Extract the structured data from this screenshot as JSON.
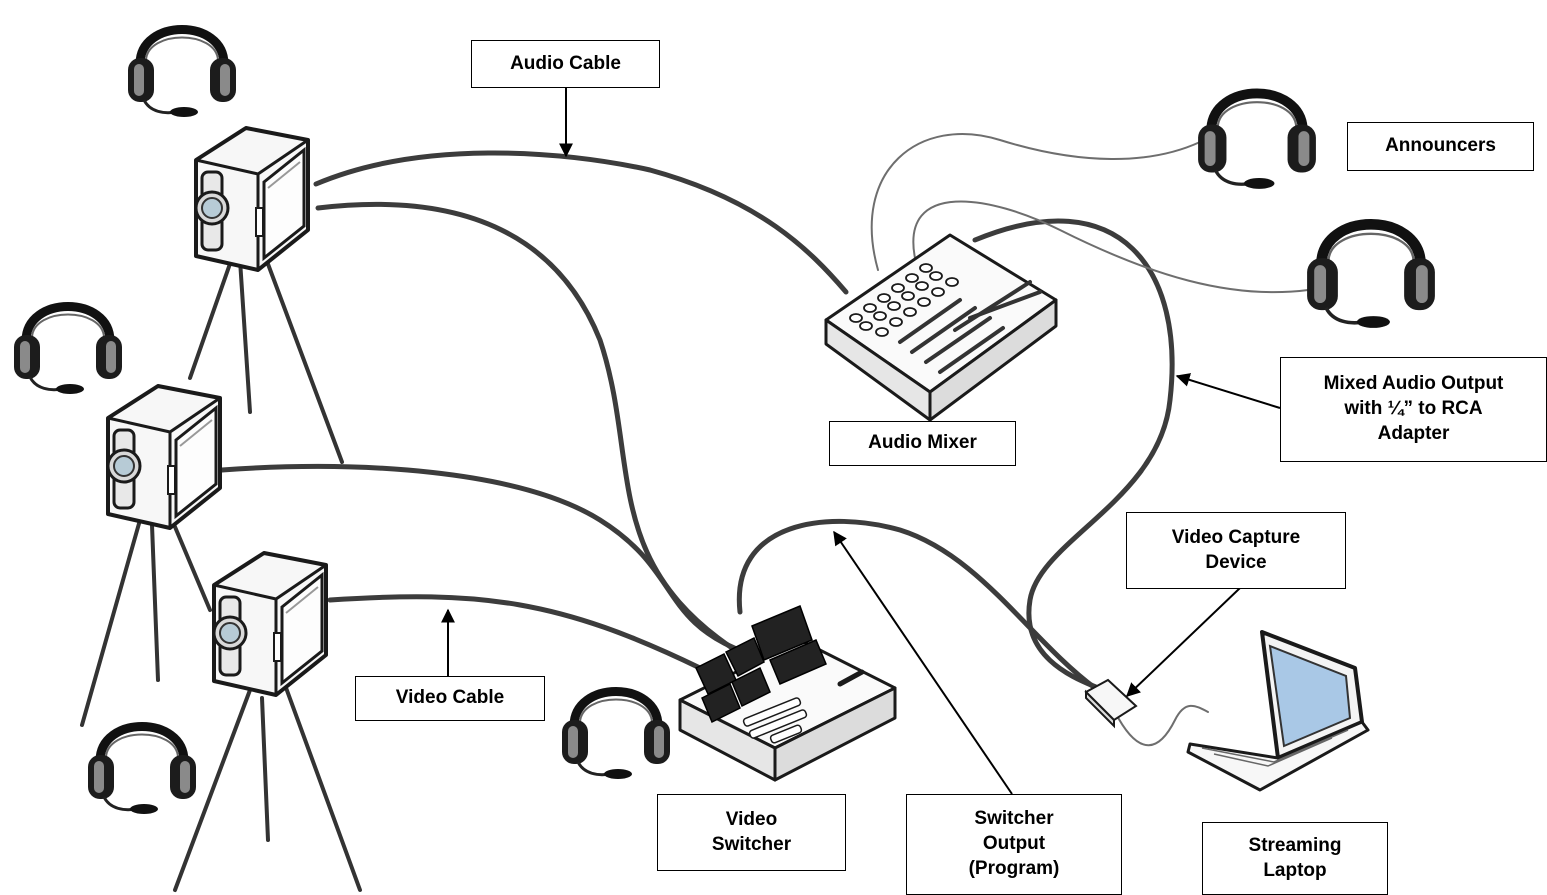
{
  "labels": {
    "audio_cable": "Audio Cable",
    "announcers": "Announcers",
    "audio_mixer": "Audio Mixer",
    "mixed_audio_output": "Mixed Audio Output\nwith ¼” to RCA\nAdapter",
    "video_capture_device": "Video Capture\nDevice",
    "video_cable": "Video Cable",
    "video_switcher": "Video\nSwitcher",
    "switcher_output": "Switcher\nOutput\n(Program)",
    "streaming_laptop": "Streaming\nLaptop"
  },
  "icons": [
    "headset-icon",
    "camera-icon",
    "tripod-icon",
    "audio-mixer-icon",
    "video-switcher-icon",
    "capture-device-icon",
    "laptop-icon",
    "arrow-icon"
  ],
  "colors": {
    "cable": "#3c3c3c",
    "thin_cable": "#6e6e6e",
    "outline": "#1a1a1a",
    "device": "#f4f4f4",
    "screen": "#a9c8e6"
  }
}
